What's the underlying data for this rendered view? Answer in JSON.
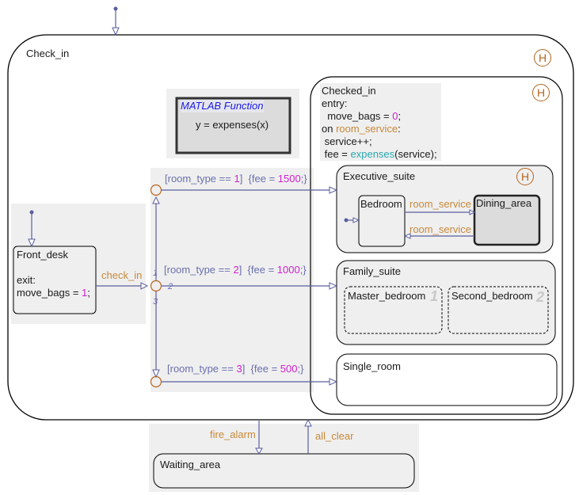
{
  "diagram": {
    "type": "stateflow-chart",
    "colors": {
      "state_border": "#000000",
      "transition": "#5a5f9e",
      "junction": "#b5651d",
      "event_text": "#c8893a",
      "numeric_literal": "#d020d0",
      "function_call": "#2aa8b0",
      "graphical_function_title": "#1a1ae0",
      "shaded_region": "#efefef"
    },
    "states": {
      "check_in": {
        "name": "Check_in",
        "history": "H"
      },
      "front_desk": {
        "name": "Front_desk",
        "action_line1": "exit:",
        "action_line2_prefix": "move_bags = ",
        "action_line2_value": "1",
        "action_line2_suffix": ";"
      },
      "checked_in": {
        "name": "Checked_in",
        "history": "H",
        "entry_label": "entry:",
        "entry_action_prefix": "  move_bags = ",
        "entry_action_value": "0",
        "entry_action_suffix": ";",
        "on_prefix": "on ",
        "on_event": "room_service",
        "on_suffix": ":",
        "on_action1": " service++;",
        "on_action2_prefix": " fee = ",
        "on_action2_fn": "expenses",
        "on_action2_suffix": "(service);"
      },
      "executive_suite": {
        "name": "Executive_suite",
        "history": "H",
        "children": {
          "bedroom": {
            "name": "Bedroom"
          },
          "dining_area": {
            "name": "Dining_area",
            "active": true
          }
        },
        "transitions": [
          {
            "from": "Bedroom",
            "to": "Dining_area",
            "event": "room_service"
          },
          {
            "from": "Dining_area",
            "to": "Bedroom",
            "event": "room_service"
          }
        ]
      },
      "family_suite": {
        "name": "Family_suite",
        "decomposition": "parallel",
        "children": [
          {
            "name": "Master_bedroom",
            "order": "1"
          },
          {
            "name": "Second_bedroom",
            "order": "2"
          }
        ]
      },
      "single_room": {
        "name": "Single_room"
      },
      "waiting_area": {
        "name": "Waiting_area"
      }
    },
    "graphical_function": {
      "kind": "MATLAB Function",
      "signature": "y = expenses(x)"
    },
    "transitions": {
      "check_in_event": "check_in",
      "fire_alarm": "fire_alarm",
      "all_clear": "all_clear",
      "branches": [
        {
          "order": "1",
          "guard_prefix": "[room_type == ",
          "guard_value": "1",
          "guard_suffix": "]",
          "action_prefix": "{fee = ",
          "action_value": "1500",
          "action_suffix": ";}"
        },
        {
          "order": "2",
          "guard_prefix": "[room_type == ",
          "guard_value": "2",
          "guard_suffix": "]",
          "action_prefix": "{fee = ",
          "action_value": "1000",
          "action_suffix": ";}"
        },
        {
          "order": "3",
          "guard_prefix": "[room_type == ",
          "guard_value": "3",
          "guard_suffix": "]",
          "action_prefix": "{fee = ",
          "action_value": "500",
          "action_suffix": ";}"
        }
      ]
    }
  }
}
